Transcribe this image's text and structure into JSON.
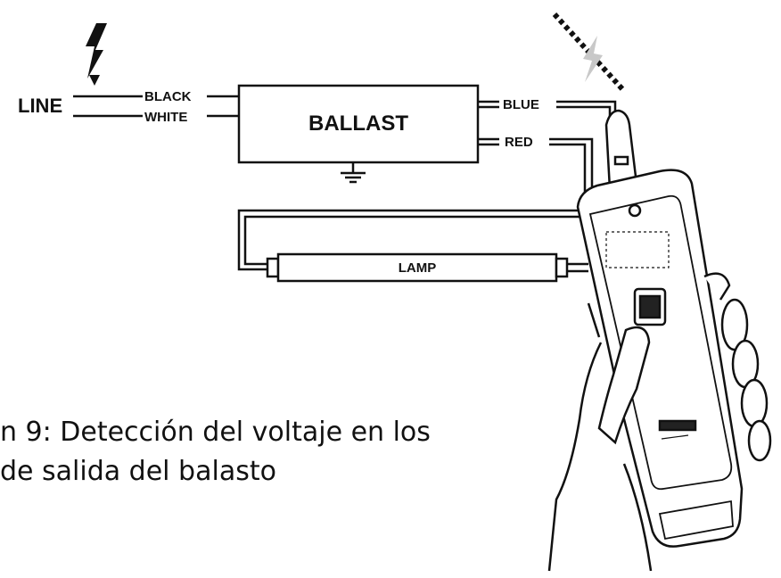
{
  "diagram": {
    "line_label": "LINE",
    "wire_black": "BLACK",
    "wire_white": "WHITE",
    "ballast_label": "BALLAST",
    "wire_blue": "BLUE",
    "wire_red": "RED",
    "lamp_label": "LAMP"
  },
  "caption": {
    "line1": "n 9: Detección del voltaje en los",
    "line2": "de salida del balasto"
  },
  "icons": [
    "lightning-bolt-icon",
    "ground-symbol-icon",
    "voltage-field-lightning-icon"
  ]
}
